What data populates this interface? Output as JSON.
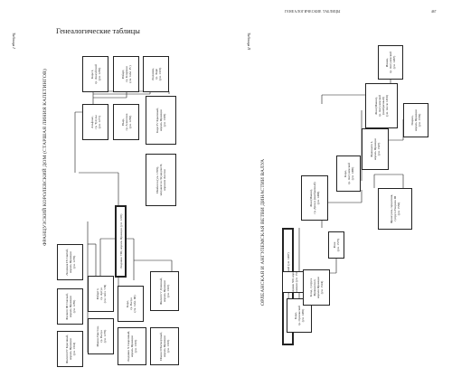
{
  "header": {
    "title": "ГЕНЕАЛОГИЧЕСКИЕ ТАБЛИЦЫ",
    "page_number": "467"
  },
  "table1": {
    "label": "Таблица I",
    "title": "Генеалогические таблицы",
    "heading": "ФРАНЦУЗСКИЙ КОРОЛЕВСКИЙ ДОМ (СТАРШАЯ ЛИНИЯ КАПЕТИНГОВ)",
    "boxes": {
      "louis8": "Людовик VIII, король Франции (ум. 1226)",
      "louis9": "Людовик IX Святой,\nкороль Франции\n(ум. 1270)",
      "philip3": "Филипп III Смелый,\nкороль Франции\n(ум. 1285)",
      "philip4": "Филипп IV Красивый,\nкороль Франции\n(ум. 1314)",
      "louis10": "Людовик X Сварливый,\nкороль Франции\n(ум. 1316)",
      "john1": "Иоанн I Посмертный,\nкороль Франции\n(ум. 1316)",
      "robert": "Роберт I,\nгр. Артуа\n(см. табл. VII)",
      "john_tristan": "Иоанн-Тристан,\nгр. Валуа\n(ум. 1270)",
      "charles_valois": "Карл,\nгр. Валуа\n(см. табл. III)",
      "philip5": "Филипп V Длинный,\nкороль Франции\n(ум. 1322)",
      "alphonse": "Альфонс,\nгр. Тулузы\n(ум. 1271)",
      "peter": "Пьер,\nгр. Алансона\n(ум. 1283)",
      "isabella": "Изабелла (ум. 1358),\nзамужем за Эдуардом II,\nкоролем Англии",
      "charles_anjou": "Карл I,\nгр. Анжуйский\n(ум. 1285)",
      "robert_clermont": "Роберт,\nгр. Клермон\n(см. табл. IV)",
      "louis_evreux": "Людовик,\nгр. Эврё\n(ум. 1319)",
      "charles4": "Карл IV Красивый,\nкороль Франции\n(ум. 1328)"
    }
  },
  "table2": {
    "label": "Таблица II",
    "heading": "ОРЛЕАНСКАЯ И АНГУЛЕМСКАЯ ВЕТВИ ДИНАСТИИ ВАЛУА",
    "boxes": {
      "louis_orleans": "Людовик, гр. Орлеанский и Ангулемский (ум. 1407)",
      "charles_orleans": "Карл,\nгр. Орлеанский\n(ум. 1465)",
      "louis12": "Людовик XII, король\nФранции (ум. 1515)",
      "claude": "Клод, супруга\nФранциска I,\nкороля Франции\n(ум. 1524)",
      "jean_dunois": "Жан (Иоанн),\nгр. Дюнуа (внебрачный)\n(ум. 1468)",
      "renee": "Рене\n(ум. 1575)",
      "charles_angouleme": "Карл,\nгр. Ангулемский\n(ум. 1496)",
      "francis1": "Франциск I,\nкороль Франции\n(ум. 1547)",
      "jean_angouleme": "Жан (Иоанн),\nгр. Ангулемский\n(внебрачный)\n(ум. после 1450)",
      "francoise": "Франсуаза, герцогиня,\nсупруга Генриха III\n(ум. 1550)",
      "henri": "Генрих,\nкороль Франции\n(ум. 1559)",
      "john": "Иоанн,\nгр. Ангулемский\n(ум. 1467)"
    }
  }
}
